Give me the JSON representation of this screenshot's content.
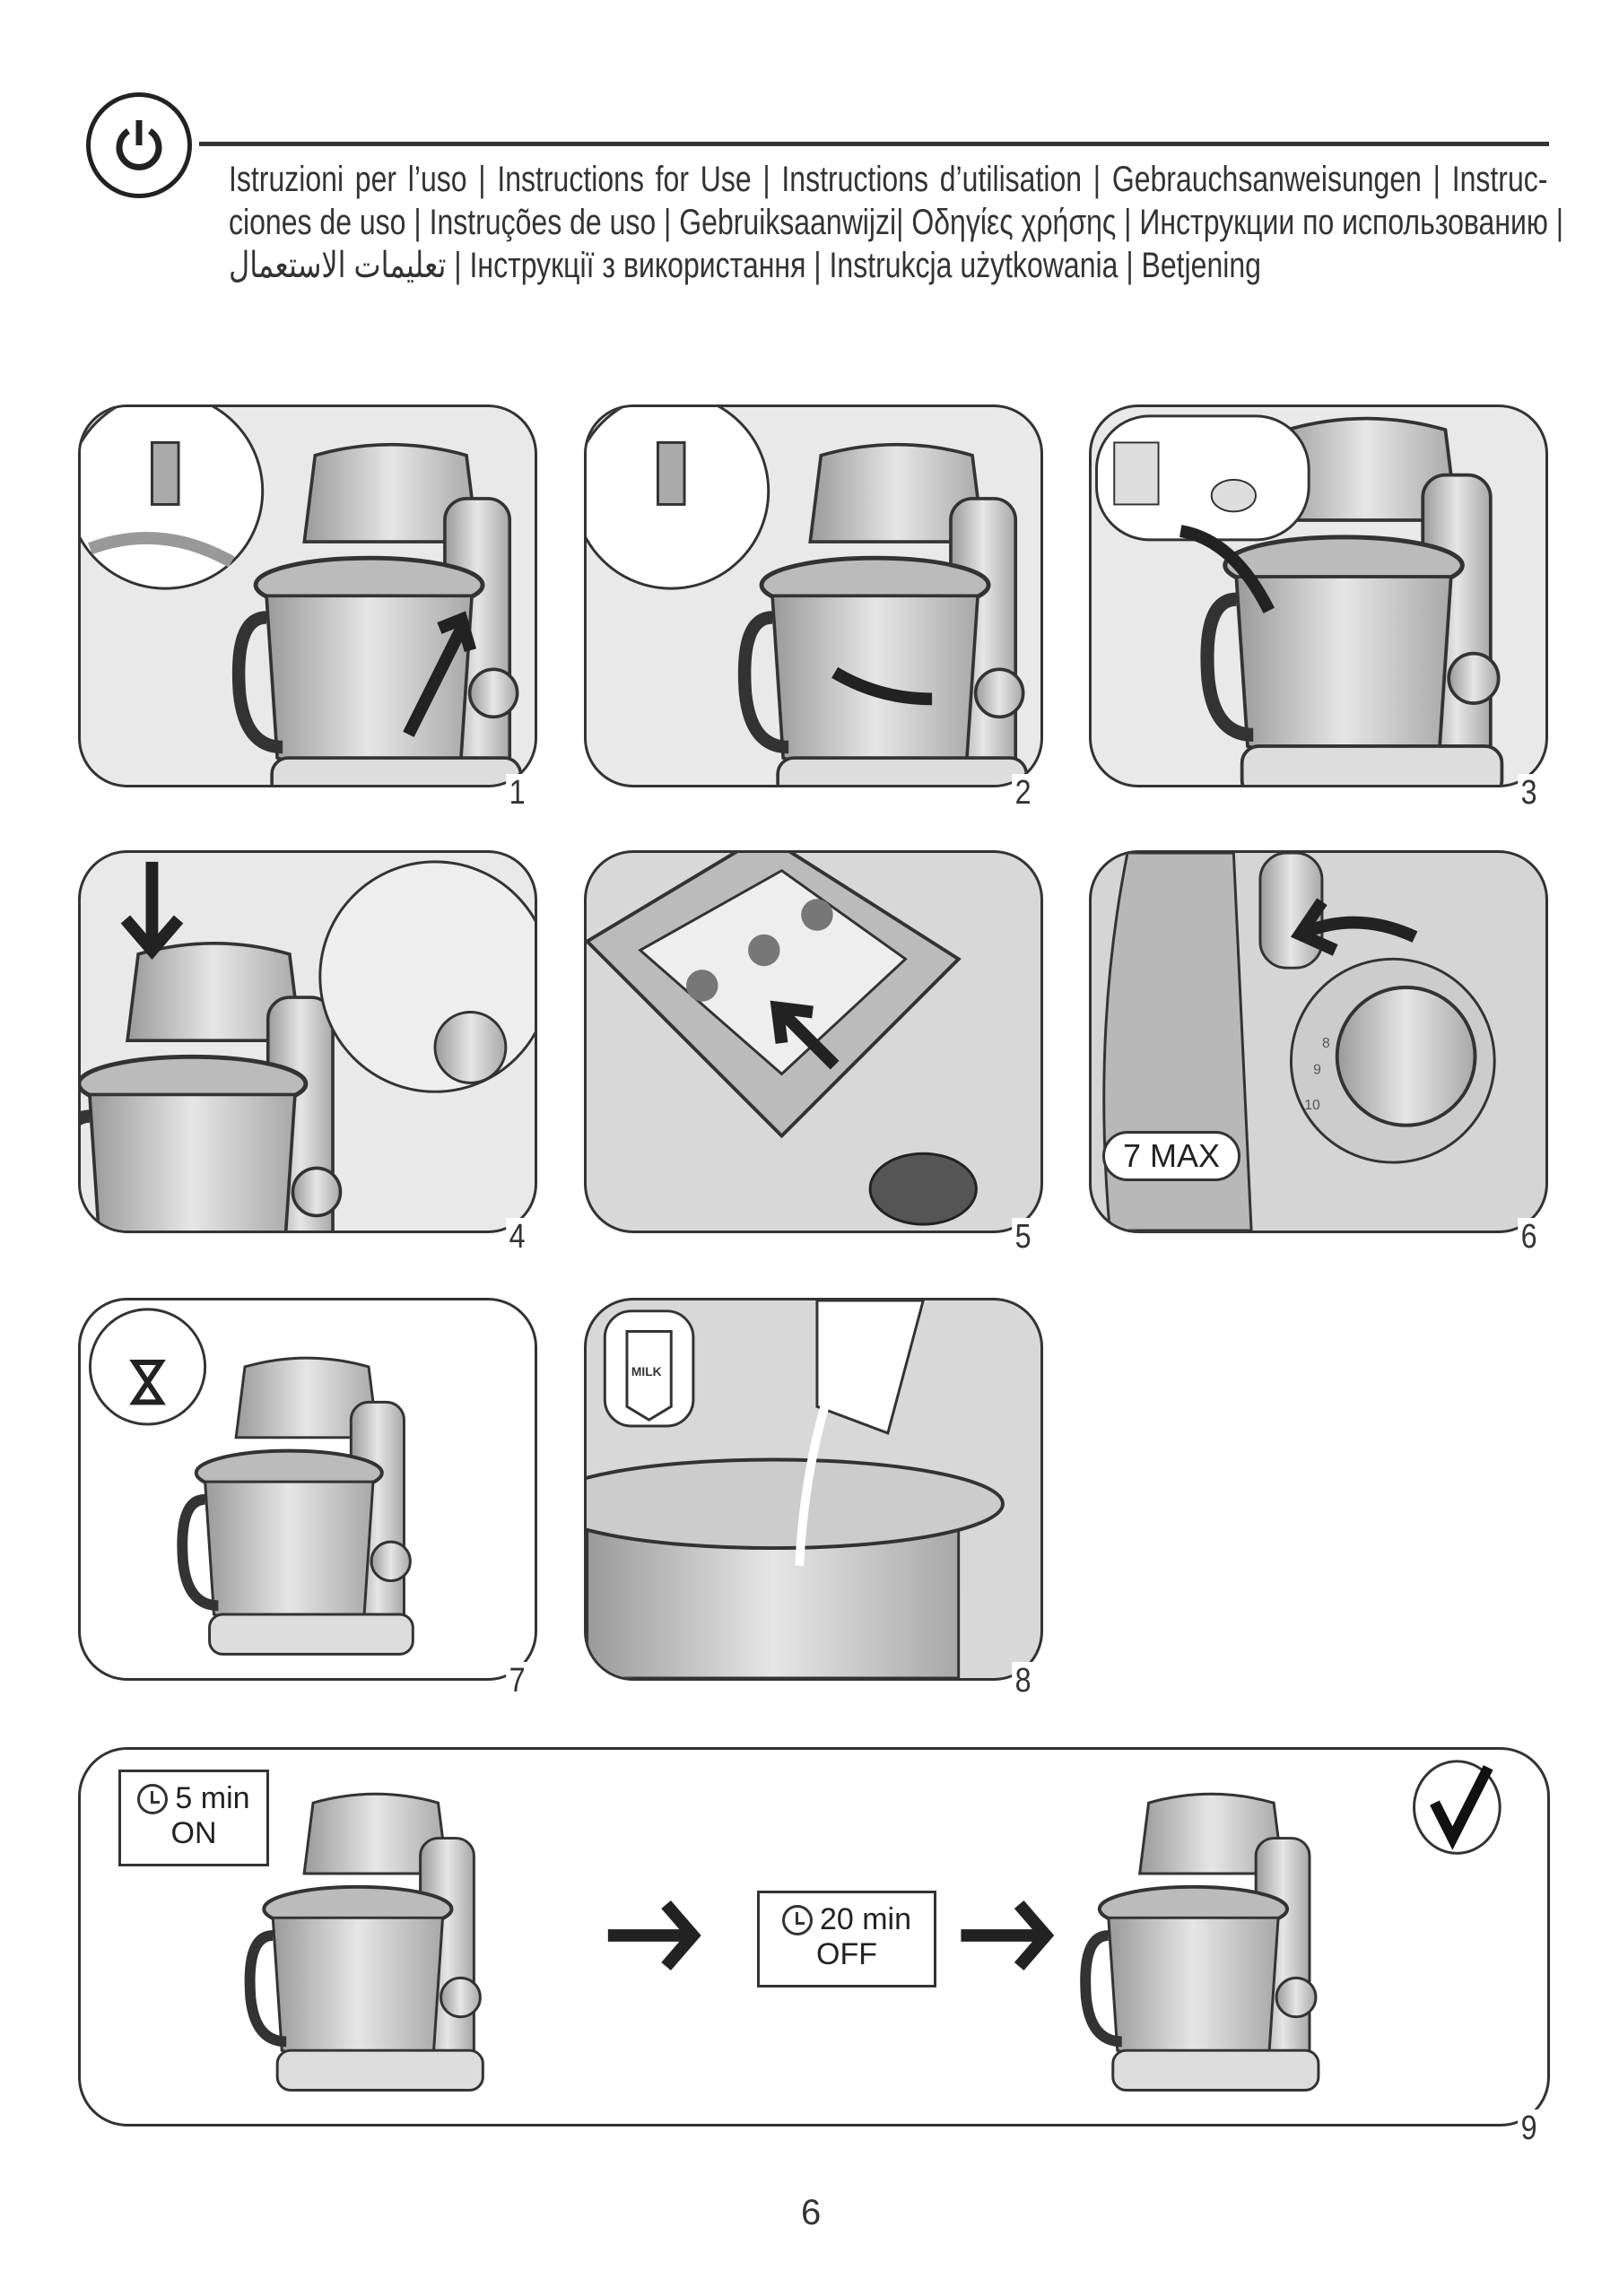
{
  "header": {
    "icon": "power-icon",
    "lines": [
      "Istruzioni per l’uso | Instructions for Use | Instructions d’utilisation | Gebrauchsanweisungen | Instruc-",
      "ciones de uso | Instruções de uso | Gebruiksaanwijzi| Οδηγίες χρήσης | Инструкции по использованию |",
      "تعليمات الاستعمال | Інструкції з використання | Instrukcja użytkowania | Betjening"
    ]
  },
  "steps": [
    {
      "number": "1"
    },
    {
      "number": "2"
    },
    {
      "number": "3"
    },
    {
      "number": "4"
    },
    {
      "number": "5"
    },
    {
      "number": "6",
      "speed_label": "7 MAX",
      "dial_marks": [
        "8",
        "9",
        "10"
      ]
    },
    {
      "number": "7"
    },
    {
      "number": "8",
      "carton_label": "MILK"
    },
    {
      "number": "9",
      "timer_on": {
        "time": "5 min",
        "state": "ON"
      },
      "timer_off": {
        "time": "20 min",
        "state": "OFF"
      }
    }
  ],
  "page_number": "6"
}
